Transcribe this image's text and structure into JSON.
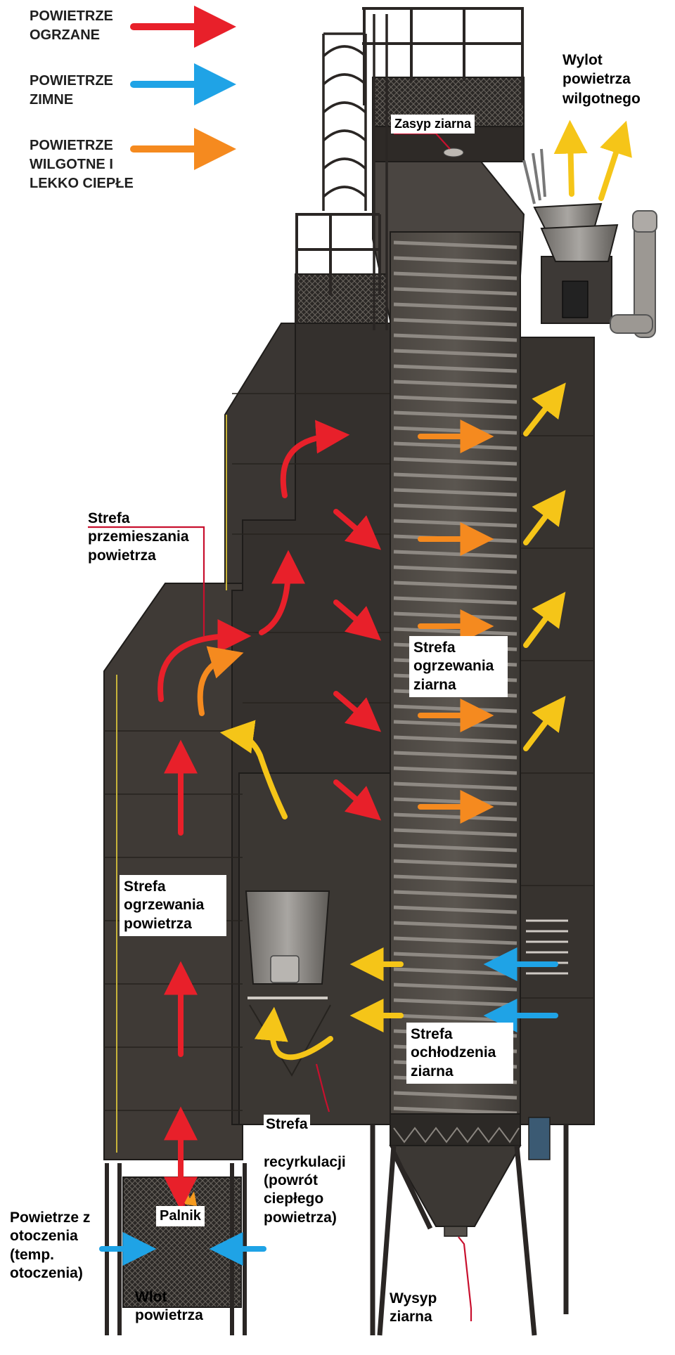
{
  "legend": [
    {
      "key": "heated",
      "label": "POWIETRZE\nOGRZANE",
      "color": "#e8202a"
    },
    {
      "key": "cold",
      "label": "POWIETRZE\nZIMNE",
      "color": "#1fa3e6"
    },
    {
      "key": "moist",
      "label": "POWIETRZE\nWILGOTNE I\nLEKKO CIEPŁE",
      "color": "#f58a1f"
    }
  ],
  "colors": {
    "humid_warm_air": "#f5c518",
    "callout_line": "#c8102e",
    "structure": "#3f3a36",
    "structure_dark": "#2a2624",
    "structure_light": "#55504b",
    "column_stripe": "#8e8983"
  },
  "labels": {
    "outlet": "Wylot\npowietrza\nwilgotnego",
    "inlet_grain": "Zasyp ziarna",
    "mixing_zone": "Strefa\nprzemieszania\npowietrza",
    "grain_heating_zone": "Strefa\nogrzewania\nziarna",
    "air_heating_zone": "Strefa\nogrzewania\npowietrza",
    "cooling_zone": "Strefa\nochłodzenia\nziarna",
    "recirculation_zone_title": "Strefa",
    "recirculation_zone_rest": "recyrkulacji\n(powrót\nciepłego\npowietrza)",
    "burner": "Palnik",
    "ambient_air": "Powietrze z\notoczenia\n(temp.\notoczenia)",
    "air_inlet": "Wlot\npowietrza",
    "grain_outlet": "Wysyp\nziarna"
  }
}
